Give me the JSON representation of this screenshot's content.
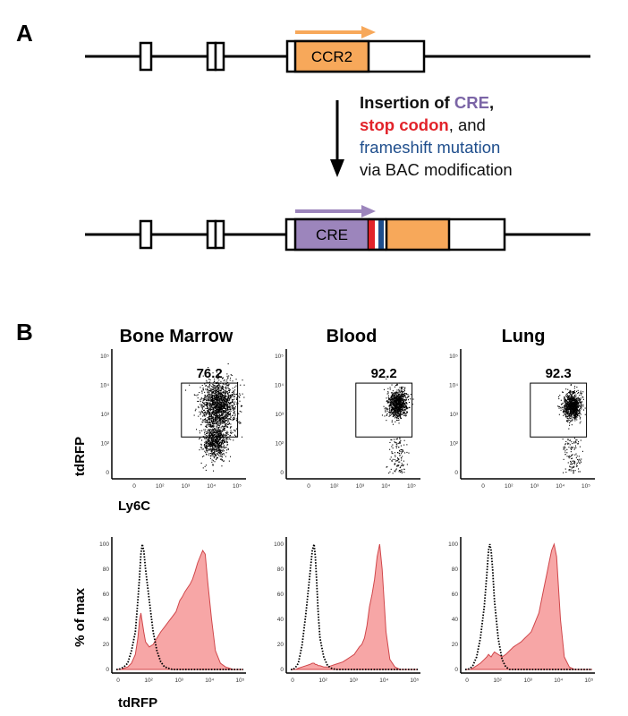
{
  "panel_a": {
    "letter": "A",
    "top_gene_label": "CCR2",
    "bottom_gene_label": "CRE",
    "caption": {
      "line1_prefix": "Insertion of ",
      "line1_highlight": "CRE",
      "line1_suffix": ",",
      "line2_highlight": "stop codon",
      "line2_suffix": ", and",
      "line3_highlight": "frameshift mutation",
      "line4": "via BAC modification"
    },
    "colors": {
      "ccr2": "#F7A85A",
      "cre": "#9C85BC",
      "cre_text": "#7B65A6",
      "stop": "#E2232A",
      "stop_text": "#E2232A",
      "frameshift": "#1F4E8C",
      "frameshift_text": "#1F4E8C"
    }
  },
  "panel_b": {
    "letter": "B",
    "dot_ylabel": "tdRFP",
    "dot_xlabel": "Ly6C",
    "hist_ylabel": "% of max",
    "hist_xlabel": "tdRFP",
    "dot_y_ticks": [
      "10⁵",
      "10⁴",
      "10³",
      "10²",
      "0"
    ],
    "dot_x_ticks": [
      "0",
      "10²",
      "10³",
      "10⁴",
      "10⁵"
    ],
    "hist_y_ticks": [
      "100",
      "80",
      "60",
      "40",
      "20",
      "0"
    ],
    "hist_x_ticks": [
      "0",
      "10²",
      "10³",
      "10⁴",
      "10⁵"
    ],
    "columns": [
      {
        "title": "Bone Marrow",
        "gate_percent": "76.2"
      },
      {
        "title": "Blood",
        "gate_percent": "92.2"
      },
      {
        "title": "Lung",
        "gate_percent": "92.3"
      }
    ],
    "colors": {
      "hist_fill": "#F7A6A6",
      "hist_line": "#D0474B"
    }
  },
  "chart_data": [
    {
      "type": "scatter",
      "title": "Bone Marrow",
      "xlabel": "Ly6C",
      "ylabel": "tdRFP",
      "x_scale": "log",
      "y_scale": "log",
      "gate": {
        "x": [
          1000,
          100000
        ],
        "y": [
          200,
          15000
        ],
        "percent": 76.2
      },
      "clusters": [
        {
          "x_center": 20000,
          "y_center": 2500,
          "spread": "large",
          "density": "high"
        },
        {
          "x_center": 15000,
          "y_center": 150,
          "spread": "medium",
          "density": "medium"
        }
      ]
    },
    {
      "type": "scatter",
      "title": "Blood",
      "xlabel": "Ly6C",
      "ylabel": "tdRFP",
      "x_scale": "log",
      "y_scale": "log",
      "gate": {
        "x": [
          1000,
          100000
        ],
        "y": [
          200,
          15000
        ],
        "percent": 92.2
      },
      "clusters": [
        {
          "x_center": 30000,
          "y_center": 3000,
          "spread": "small",
          "density": "high"
        }
      ]
    },
    {
      "type": "scatter",
      "title": "Lung",
      "xlabel": "Ly6C",
      "ylabel": "tdRFP",
      "x_scale": "log",
      "y_scale": "log",
      "gate": {
        "x": [
          1000,
          100000
        ],
        "y": [
          200,
          15000
        ],
        "percent": 92.3
      },
      "clusters": [
        {
          "x_center": 30000,
          "y_center": 2500,
          "spread": "small",
          "density": "high"
        }
      ]
    },
    {
      "type": "area",
      "title": "Bone Marrow",
      "xlabel": "tdRFP",
      "ylabel": "% of max",
      "ylim": [
        0,
        100
      ],
      "x_positions": [
        0,
        0.1,
        0.2,
        0.3,
        0.45,
        0.6,
        0.75,
        0.85,
        0.92,
        0.97,
        1.02,
        1.08,
        1.15,
        1.3,
        1.45,
        1.6,
        1.75,
        1.9,
        2.05,
        2.2,
        2.35,
        2.5,
        2.6,
        2.7,
        2.8,
        2.9,
        3.0,
        3.1,
        3.2,
        3.3,
        3.4,
        3.5,
        3.6,
        3.75,
        3.9,
        4.1,
        4.3,
        4.6,
        5.0
      ],
      "series": [
        {
          "values": [
            0,
            0,
            0,
            1,
            2,
            5,
            12,
            25,
            40,
            45,
            38,
            30,
            22,
            18,
            20,
            25,
            30,
            34,
            38,
            42,
            46,
            55,
            58,
            62,
            65,
            68,
            72,
            78,
            85,
            90,
            95,
            92,
            70,
            40,
            15,
            5,
            2,
            0,
            0
          ]
        },
        {
          "values": [
            0,
            0,
            1,
            2,
            5,
            15,
            30,
            55,
            75,
            92,
            100,
            95,
            80,
            55,
            30,
            15,
            6,
            2,
            1,
            0,
            0,
            0,
            0,
            0,
            0,
            0,
            0,
            0,
            0,
            0,
            0,
            0,
            0,
            0,
            0,
            0,
            0,
            0,
            0
          ]
        }
      ]
    },
    {
      "type": "area",
      "title": "Blood",
      "xlabel": "tdRFP",
      "ylabel": "% of max",
      "ylim": [
        0,
        100
      ],
      "x_positions": [
        0,
        0.1,
        0.2,
        0.3,
        0.45,
        0.6,
        0.75,
        0.85,
        0.92,
        0.97,
        1.02,
        1.08,
        1.15,
        1.3,
        1.45,
        1.6,
        1.75,
        1.9,
        2.05,
        2.2,
        2.35,
        2.5,
        2.6,
        2.7,
        2.8,
        2.9,
        3.0,
        3.1,
        3.2,
        3.3,
        3.4,
        3.5,
        3.6,
        3.75,
        3.9,
        4.1,
        4.3,
        4.6,
        5.0
      ],
      "series": [
        {
          "values": [
            0,
            0,
            0,
            1,
            2,
            3,
            4,
            5,
            5,
            4,
            4,
            3,
            3,
            2,
            2,
            3,
            4,
            5,
            6,
            8,
            10,
            12,
            15,
            18,
            20,
            25,
            35,
            50,
            60,
            72,
            90,
            100,
            80,
            30,
            8,
            2,
            0,
            0,
            0
          ]
        },
        {
          "values": [
            0,
            0,
            2,
            5,
            20,
            45,
            75,
            95,
            100,
            90,
            70,
            45,
            25,
            10,
            3,
            1,
            0,
            0,
            0,
            0,
            0,
            0,
            0,
            0,
            0,
            0,
            0,
            0,
            0,
            0,
            0,
            0,
            0,
            0,
            0,
            0,
            0,
            0,
            0
          ]
        }
      ]
    },
    {
      "type": "area",
      "title": "Lung",
      "xlabel": "tdRFP",
      "ylabel": "% of max",
      "ylim": [
        0,
        100
      ],
      "x_positions": [
        0,
        0.1,
        0.2,
        0.3,
        0.45,
        0.6,
        0.75,
        0.85,
        0.92,
        0.97,
        1.02,
        1.08,
        1.15,
        1.3,
        1.45,
        1.6,
        1.75,
        1.9,
        2.05,
        2.2,
        2.35,
        2.5,
        2.6,
        2.7,
        2.8,
        2.9,
        3.0,
        3.1,
        3.2,
        3.3,
        3.4,
        3.5,
        3.6,
        3.75,
        3.9,
        4.1,
        4.3,
        4.6,
        5.0
      ],
      "series": [
        {
          "values": [
            0,
            0,
            0,
            1,
            3,
            5,
            8,
            10,
            12,
            11,
            10,
            12,
            14,
            12,
            10,
            12,
            15,
            18,
            20,
            22,
            25,
            28,
            30,
            35,
            40,
            45,
            55,
            65,
            75,
            85,
            95,
            100,
            90,
            40,
            10,
            2,
            0,
            0,
            0
          ]
        },
        {
          "values": [
            0,
            0,
            1,
            3,
            10,
            25,
            50,
            75,
            95,
            100,
            95,
            80,
            55,
            25,
            8,
            2,
            0,
            0,
            0,
            0,
            0,
            0,
            0,
            0,
            0,
            0,
            0,
            0,
            0,
            0,
            0,
            0,
            0,
            0,
            0,
            0,
            0,
            0,
            0
          ]
        }
      ]
    }
  ]
}
